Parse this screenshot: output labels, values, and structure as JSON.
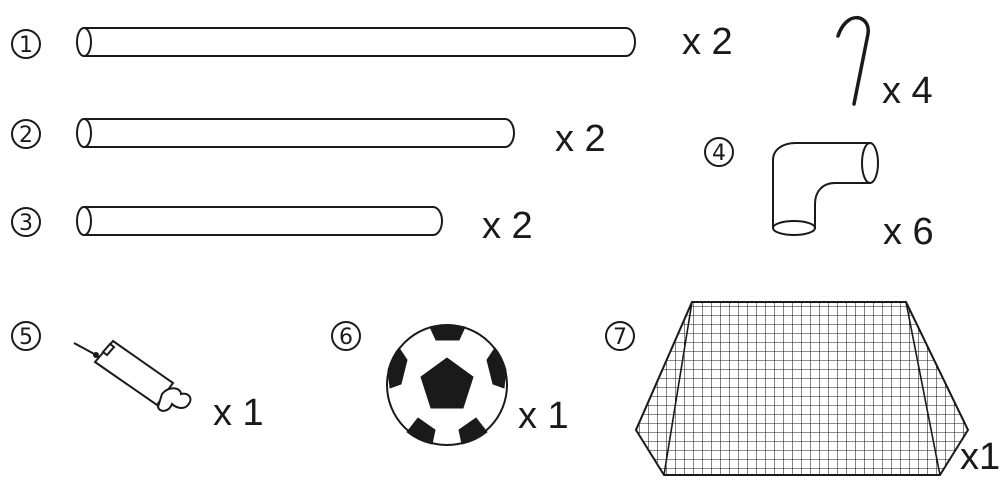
{
  "parts": [
    {
      "number": "1",
      "quantity": "x 2",
      "icon": "long-pole-icon"
    },
    {
      "number": "2",
      "quantity": "x 2",
      "icon": "medium-pole-icon"
    },
    {
      "number": "3",
      "quantity": "x 2",
      "icon": "short-pole-icon"
    },
    {
      "number": "",
      "quantity": "x 4",
      "icon": "ground-stake-hook-icon"
    },
    {
      "number": "4",
      "quantity": "x 6",
      "icon": "elbow-connector-icon"
    },
    {
      "number": "5",
      "quantity": "x 1",
      "icon": "hand-pump-icon"
    },
    {
      "number": "6",
      "quantity": "x 1",
      "icon": "soccer-ball-icon"
    },
    {
      "number": "7",
      "quantity": "x1",
      "icon": "goal-net-icon"
    }
  ]
}
